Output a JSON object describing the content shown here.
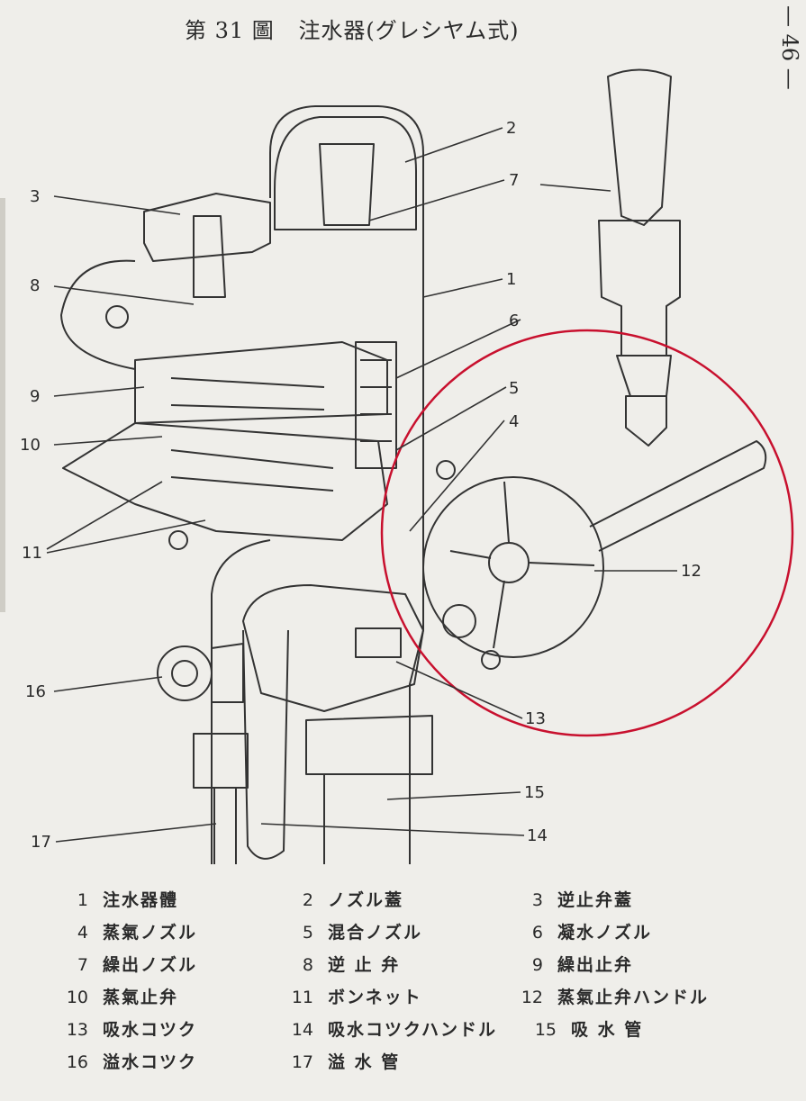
{
  "header": {
    "figure_label": "第 31 圖",
    "title": "注水器(グレシヤム式)",
    "page_number": "— 46 —"
  },
  "callouts": [
    "1",
    "2",
    "3",
    "4",
    "5",
    "6",
    "7",
    "8",
    "9",
    "10",
    "11",
    "12",
    "13",
    "14",
    "15",
    "16",
    "17"
  ],
  "legend": [
    {
      "num": "1",
      "name": "注水器體"
    },
    {
      "num": "2",
      "name": "ノズル蓋"
    },
    {
      "num": "3",
      "name": "逆止弁蓋"
    },
    {
      "num": "4",
      "name": "蒸氣ノズル"
    },
    {
      "num": "5",
      "name": "混合ノズル"
    },
    {
      "num": "6",
      "name": "凝水ノズル"
    },
    {
      "num": "7",
      "name": "繰出ノズル"
    },
    {
      "num": "8",
      "name": "逆 止 弁"
    },
    {
      "num": "9",
      "name": "繰出止弁"
    },
    {
      "num": "10",
      "name": "蒸氣止弁"
    },
    {
      "num": "11",
      "name": "ボンネット"
    },
    {
      "num": "12",
      "name": "蒸氣止弁ハンドル"
    },
    {
      "num": "13",
      "name": "吸水コツク"
    },
    {
      "num": "14",
      "name": "吸水コツクハンドル"
    },
    {
      "num": "15",
      "name": "吸 水 管"
    },
    {
      "num": "16",
      "name": "溢水コツク"
    },
    {
      "num": "17",
      "name": "溢 水 管"
    }
  ],
  "colors": {
    "paper": "#efeeea",
    "ink": "#2a2a2a",
    "highlight_circle": "#c8102e"
  }
}
